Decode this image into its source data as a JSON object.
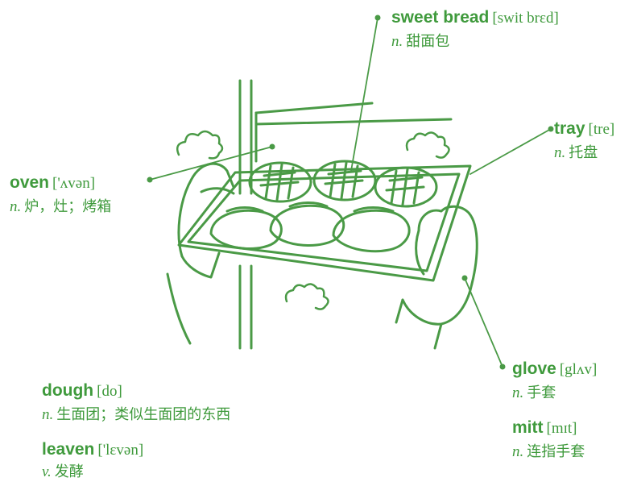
{
  "entries": {
    "sweet_bread": {
      "word": "sweet bread",
      "ipa": "[swit brɛd]",
      "pos": "n.",
      "definition": "甜面包"
    },
    "tray": {
      "word": "tray",
      "ipa": "[tre]",
      "pos": "n.",
      "definition": "托盘"
    },
    "oven": {
      "word": "oven",
      "ipa": "['ʌvən]",
      "pos": "n.",
      "definition": "炉，灶；烤箱"
    },
    "dough": {
      "word": "dough",
      "ipa": "[do]",
      "pos": "n.",
      "definition": "生面团；类似生面团的东西"
    },
    "leaven": {
      "word": "leaven",
      "ipa": "['lɛvən]",
      "pos": "v.",
      "definition": "发酵"
    },
    "glove": {
      "word": "glove",
      "ipa": "[glʌv]",
      "pos": "n.",
      "definition": "手套"
    },
    "mitt": {
      "word": "mitt",
      "ipa": "[mɪt]",
      "pos": "n.",
      "definition": "连指手套"
    }
  },
  "colors": {
    "accent": "#3f9a3c",
    "line": "#4a9a46",
    "background": "#ffffff"
  },
  "illustration": {
    "subject": "hands-with-oven-mitts-holding-tray-of-bread-icon"
  }
}
